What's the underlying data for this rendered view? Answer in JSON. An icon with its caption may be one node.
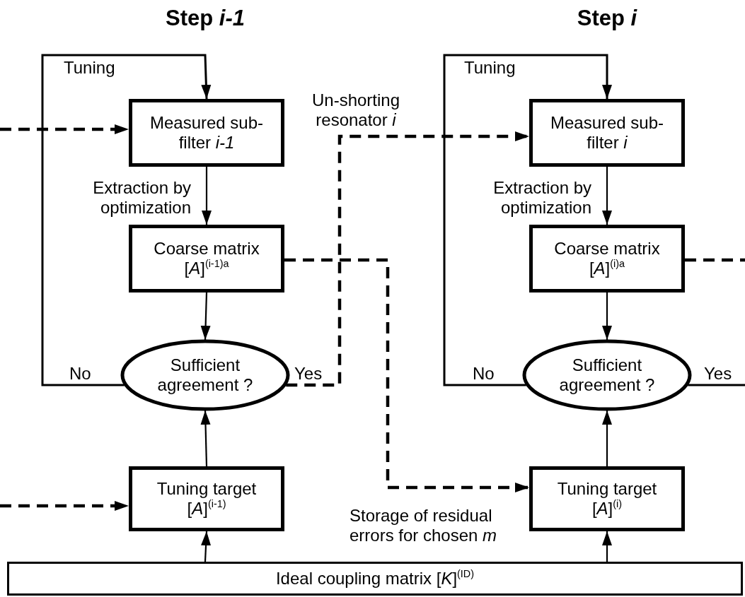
{
  "diagram": {
    "nodes": [
      {
        "text": [
          "Measured sub-filter *i-1*"
        ]
      },
      {
        "text": [
          "Coarse matrix",
          "[*A*]$^{(i-1)a}$"
        ]
      },
      {
        "text": [
          "Sufficient agreement ?"
        ]
      },
      {
        "text": [
          "Tuning target",
          "[*A*]$^{(i-1)}$"
        ]
      },
      {
        "text": [
          "Measured sub-filter *i*"
        ]
      },
      {
        "text": [
          "Coarse matrix",
          "[*A*]$^{(i)a}$"
        ]
      },
      {
        "text": [
          "Sufficient agreement ?"
        ]
      },
      {
        "text": [
          "Tuning target",
          "[*A*]$^{(i)}$"
        ]
      },
      {
        "text": [
          "Ideal coupling matrix [*K*]$^{(ID)}$"
        ]
      }
    ],
    "edges": [
      {
        "from": null,
        "to": 0,
        "arrow": "to",
        "style": "dashed"
      },
      {
        "from": 0,
        "to": 1,
        "arrow": "to",
        "label": "Extraction by optimization"
      },
      {
        "from": 1,
        "to": 2,
        "arrow": "to"
      },
      {
        "from": 3,
        "to": 2,
        "arrow": "to"
      },
      {
        "from": 2,
        "to": 0,
        "arrow": "to",
        "label": "No"
      },
      {
        "from": 2,
        "to": 4,
        "arrow": "to",
        "label": "Yes",
        "style": "dashed"
      },
      {
        "from": 1,
        "to": 7,
        "arrow": "to",
        "label": "Storage of residual errors for chosen *m*",
        "style": "dashed"
      },
      {
        "from": null,
        "to": 3,
        "arrow": "to",
        "style": "dashed"
      },
      {
        "from": 5,
        "to": null,
        "arrow": "none",
        "style": "dashed"
      },
      {
        "from": 6,
        "to": null,
        "arrow": "none",
        "label": "Yes"
      },
      {
        "from": 6,
        "to": 4,
        "arrow": "to",
        "label": "No"
      },
      {
        "from": 4,
        "to": 5,
        "arrow": "to",
        "label": "Extraction by optimization"
      },
      {
        "from": 5,
        "to": 6,
        "arrow": "to"
      },
      {
        "from": 7,
        "to": 6,
        "arrow": "to"
      },
      {
        "from": 8,
        "to": 3,
        "arrow": "to"
      },
      {
        "from": 8,
        "to": 7,
        "arrow": "to"
      }
    ],
    "labels": [
      "Step *i-1*",
      "Step *i*",
      "Tuning",
      "Tuning",
      "Un-shorting resonator *i*"
    ]
  }
}
